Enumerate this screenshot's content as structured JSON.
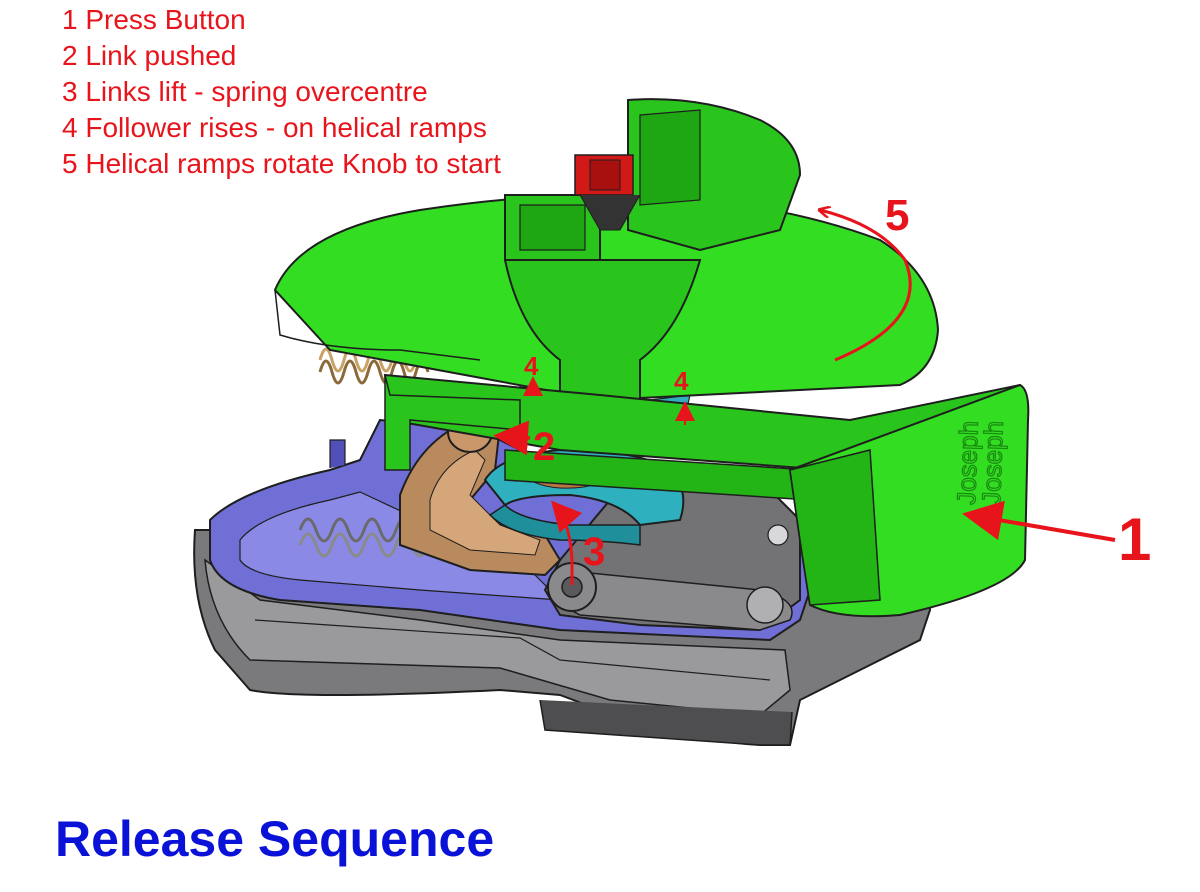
{
  "steps": [
    "1 Press Button",
    "2 Link pushed",
    "3 Links lift - spring overcentre",
    "4 Follower rises - on helical ramps",
    "5 Helical ramps rotate Knob to start"
  ],
  "callouts": {
    "c1": "1",
    "c2": "2",
    "c3": "3",
    "c4a": "4",
    "c4b": "4",
    "c5": "5"
  },
  "button_embossing": "Joseph",
  "title": "Release Sequence",
  "colors": {
    "annotation_red": "#e8141c",
    "title_blue": "#0a12d8",
    "knob_green": "#33dd22",
    "follower_teal": "#2fb0bf",
    "link_brown": "#b98a5e",
    "chassis_purple": "#6f6fd6",
    "housing_grey": "#6e6e70",
    "spring_gold": "#c8a264"
  }
}
